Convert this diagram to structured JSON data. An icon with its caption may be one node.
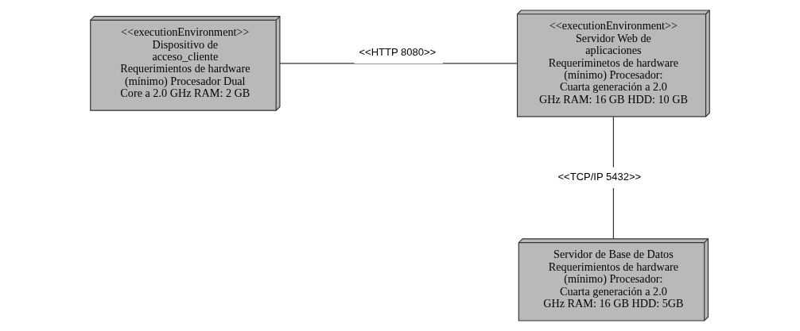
{
  "diagram": {
    "nodes": [
      {
        "text": [
          "<<executionEnvironment>>",
          "Dispositivo de acceso_cliente",
          "Requerimientos de hardware (mínimo) Procesador Dual Core a 2.0 GHz RAM: 2 GB"
        ]
      },
      {
        "text": [
          "<<executionEnvironment>>",
          "Servidor Web de aplicaciones",
          "Requeriminetos de hardware (mínimo) Procesador: Cuarta generación a 2.0 GHz RAM: 16 GB HDD: 10 GB"
        ]
      },
      {
        "text": [
          "Servidor de Base de Datos",
          "Requerimientos de hardware (mínimo) Procesador: Cuarta generación a 2.0 GHz RAM: 16 GB HDD: 5GB"
        ]
      }
    ],
    "edges": [
      {
        "from": 0,
        "to": 1,
        "arrow": "none",
        "label": "<<HTTP 8080>>"
      },
      {
        "from": 1,
        "to": 2,
        "arrow": "none",
        "label": "<<TCP/IP 5432>>"
      }
    ]
  }
}
